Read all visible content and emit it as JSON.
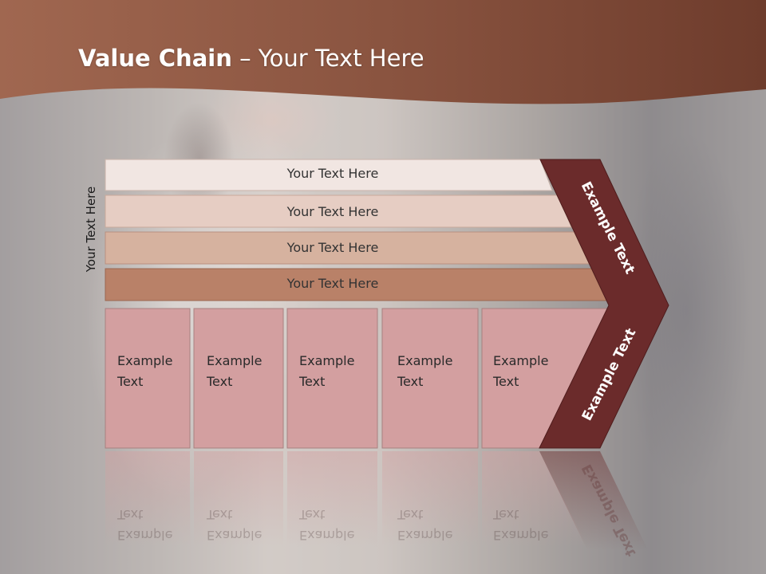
{
  "slide": {
    "title_bold": "Value Chain",
    "title_rest": " – Your Text Here",
    "side_label": "Your Text Here"
  },
  "bars": [
    {
      "label": "Your Text Here",
      "color": "#f1e6e2"
    },
    {
      "label": "Your Text Here",
      "color": "#e6cdc3"
    },
    {
      "label": "Your Text Here",
      "color": "#d6b29f"
    },
    {
      "label": "Your Text Here",
      "color": "#b98168"
    }
  ],
  "columns": [
    {
      "line1": "Example",
      "line2": "Text"
    },
    {
      "line1": "Example",
      "line2": "Text"
    },
    {
      "line1": "Example",
      "line2": "Text"
    },
    {
      "line1": "Example",
      "line2": "Text"
    },
    {
      "line1": "Example",
      "line2": "Text"
    }
  ],
  "arrow": {
    "upper_label": "Example Text",
    "lower_label": "Example Text",
    "color": "#6b2b2b"
  },
  "colors": {
    "header": "#8f5a44",
    "column_fill": "#d39fa0"
  }
}
